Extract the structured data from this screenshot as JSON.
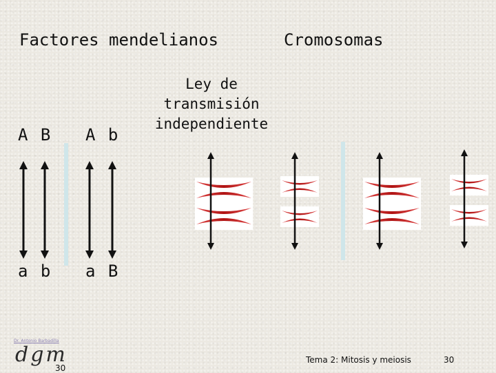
{
  "slide": {
    "title_left": "Factores mendelianos",
    "title_right": "Cromosomas",
    "law_line1": "Ley de",
    "law_line2": "transmisión",
    "law_line3": "independiente",
    "alleles": {
      "top_left": "A B",
      "top_right": "A b",
      "bottom_left": "a b",
      "bottom_right": "a B"
    },
    "footer": {
      "credit": "Dr. Antonio Barbadilla",
      "logo": "dgm",
      "logo_page": "30",
      "topic": "Tema 2: Mitosis y meiosis",
      "page": "30"
    },
    "colors": {
      "chromosome_red": "#c81e1e",
      "divider_blue": "#cfe6ea",
      "arrow": "#111111"
    }
  }
}
